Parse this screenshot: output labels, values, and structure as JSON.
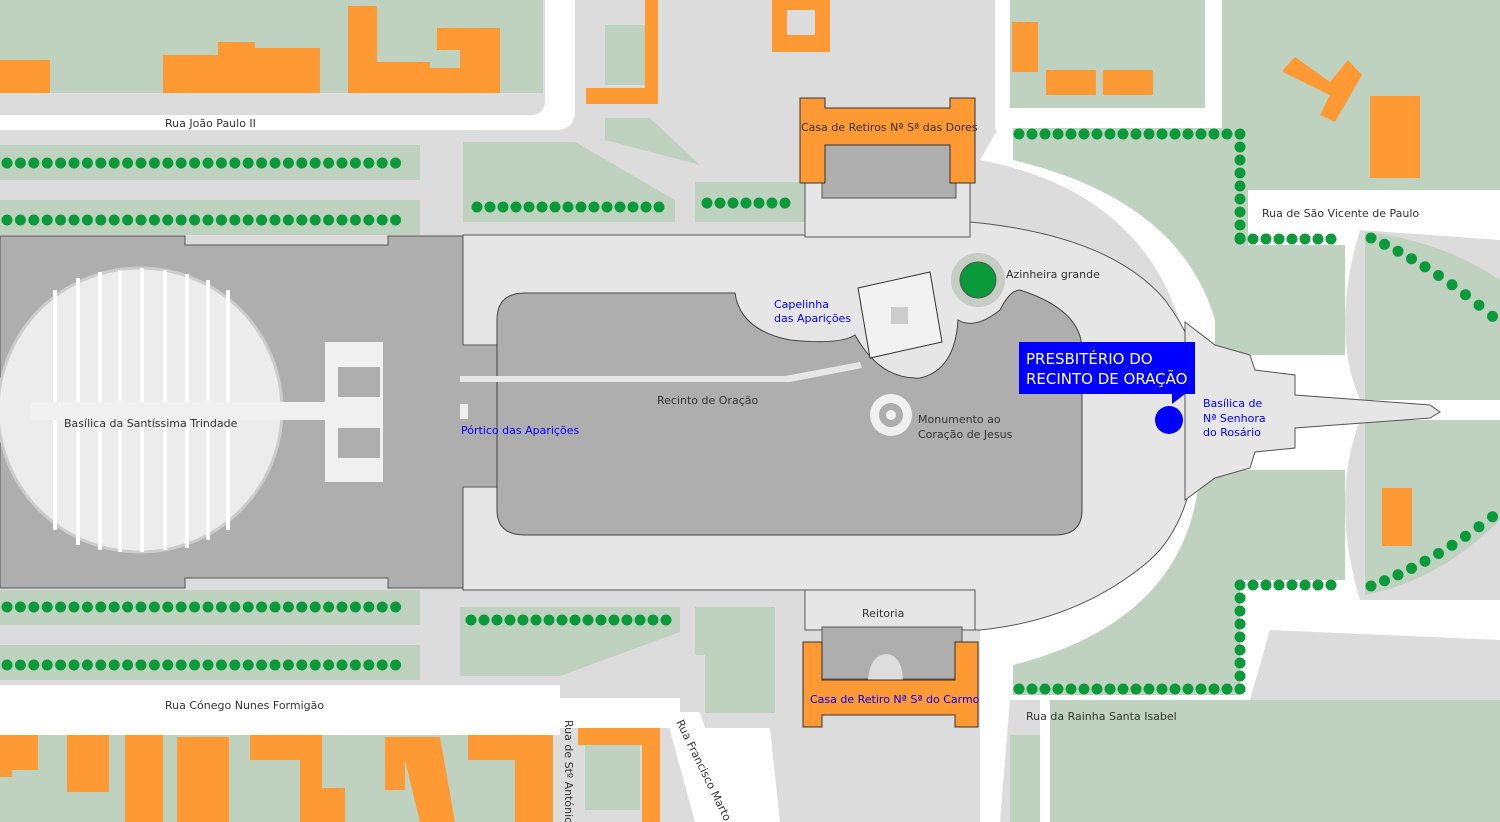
{
  "colors": {
    "ground": "#dcdcdc",
    "road": "#ffffff",
    "green": "#bfd1bf",
    "building": "#ff9933",
    "plaza": "#e6e6e6",
    "recinto": "#aeaeae",
    "tree": "#0a9a3a",
    "highlight": "#0000ff"
  },
  "streets": {
    "joao_paulo": "Rua João Paulo II",
    "conego": "Rua Cónego Nunes Formigão",
    "sao_vicente": "Rua de São Vicente de Paulo",
    "rainha": "Rua da Rainha Santa Isabel",
    "st_antonio": "Rua de Stº António",
    "francisco": "Rua Francisco Marto"
  },
  "places": {
    "trindade": "Basílica da Santíssima Trindade",
    "portico": "Pórtico das Aparições",
    "recinto": "Recinto de Oração",
    "capelinha_1": "Capelinha",
    "capelinha_2": "das Aparições",
    "azinheira": "Azinheira grande",
    "monumento_1": "Monumento ao",
    "monumento_2": "Coração de Jesus",
    "dores": "Casa de Retiros Nª Sª das Dores",
    "carmo": "Casa de Retiro Nª Sª do Carmo",
    "reitoria": "Reitoria",
    "rosario_1": "Basílica de",
    "rosario_2": "Nª Senhora",
    "rosario_3": "do Rosário"
  },
  "marker": {
    "line1": "PRESBITÉRIO DO",
    "line2": "RECINTO DE ORAÇÃO"
  }
}
